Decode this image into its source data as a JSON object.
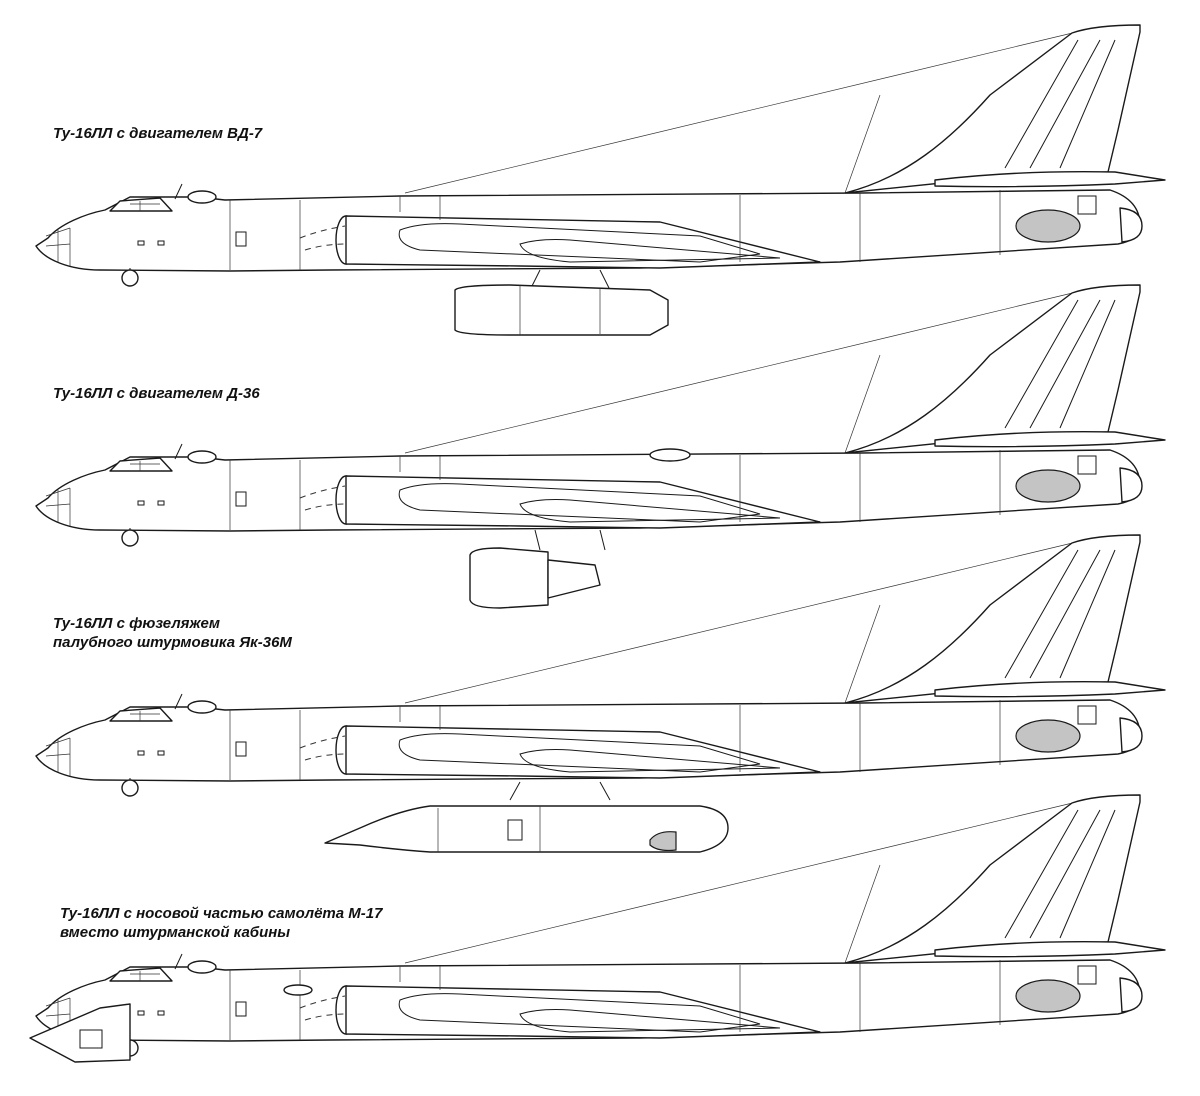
{
  "variants": [
    {
      "id": "vd7",
      "caption": [
        "Ту-16ЛЛ с двигателем ВД-7"
      ]
    },
    {
      "id": "d36",
      "caption": [
        "Ту-16ЛЛ с двигателем Д-36"
      ]
    },
    {
      "id": "yak",
      "caption": [
        "Ту-16ЛЛ с фюзеляжем",
        "палубного штурмовика Як-36М"
      ]
    },
    {
      "id": "m17",
      "caption": [
        "Ту-16ЛЛ с носовой частью самолёта М-17",
        "вместо штурманской кабины"
      ]
    }
  ]
}
